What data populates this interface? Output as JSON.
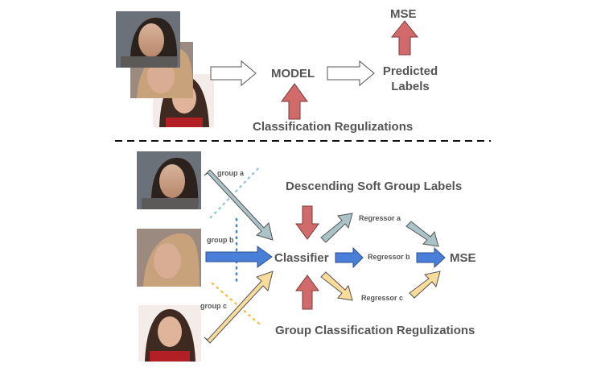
{
  "top": {
    "model": "MODEL",
    "predicted": [
      "Predicted",
      "Labels"
    ],
    "mse": "MSE",
    "regularization": "Classification Regulizations"
  },
  "bottom": {
    "groups": [
      "group a",
      "group b",
      "group c"
    ],
    "classifier": "Classifier",
    "regressors": [
      "Regressor a",
      "Regressor b",
      "Regressor c"
    ],
    "mse": "MSE",
    "soft_labels": "Descending Soft Group Labels",
    "regularization": "Group Classification Regulizations"
  },
  "colors": {
    "red_arrow": "#d16a6a",
    "gray_blue_arrow": "#a9c3c6",
    "blue_arrow": "#4a7fd9",
    "yellow_arrow": "#f9dc9a",
    "text": "#555555"
  }
}
